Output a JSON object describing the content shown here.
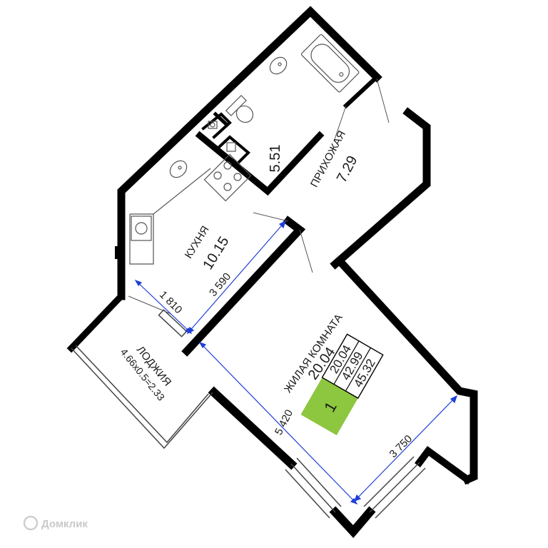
{
  "rooms": {
    "entrance": {
      "name": "ПРИХОЖАЯ",
      "area": "7.29"
    },
    "bathroom": {
      "area": "5.51"
    },
    "kitchen": {
      "name": "КУХНЯ",
      "area": "10.15"
    },
    "living": {
      "name": "ЖИЛАЯ КОМНАТА",
      "area": "20.04"
    },
    "loggia": {
      "name": "ЛОДЖИЯ",
      "formula": "4.66x0.5=2.33"
    }
  },
  "summary": {
    "rooms_count": "1",
    "living_area": "20.04",
    "total_area": "42.99",
    "total_with_loggia": "45.32",
    "badge_color": "#8dc63f"
  },
  "dimensions": {
    "kitchen_width": "3 590",
    "loggia_side": "1 810",
    "living_length": "5 420",
    "living_width": "3 750"
  },
  "colors": {
    "wall": "#000000",
    "dimension_line": "#1f3fd6",
    "furniture": "#555555"
  },
  "watermark": "Домклик"
}
